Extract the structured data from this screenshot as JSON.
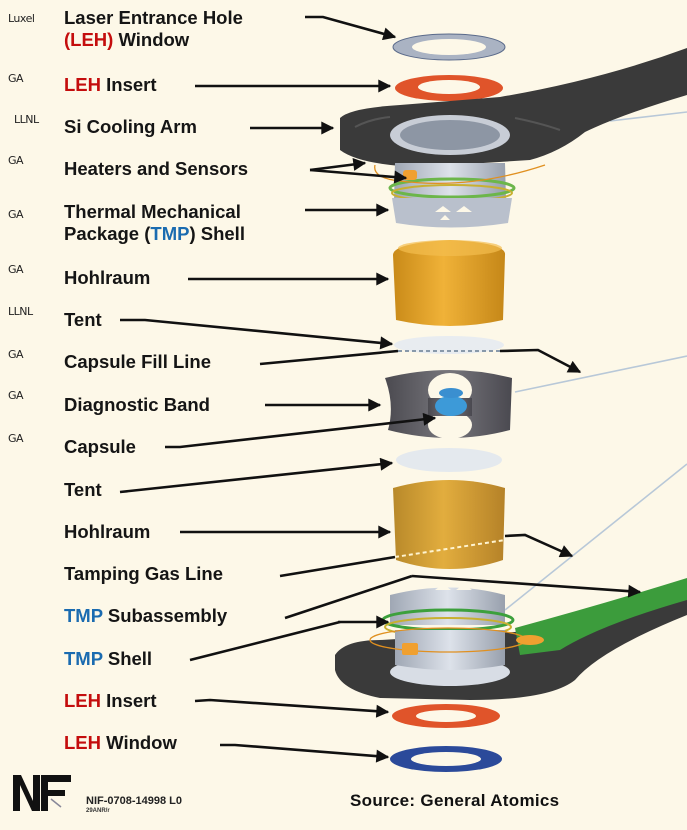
{
  "title": "NIF ignition target exploded view",
  "labels": [
    {
      "org": "Luxel",
      "parts": [
        {
          "text": "Laser Entrance Hole",
          "color": "black"
        }
      ],
      "line2": [
        {
          "text": "(LEH)",
          "color": "red"
        },
        {
          "text": " Window",
          "color": "black"
        }
      ]
    },
    {
      "org": "GA",
      "parts": [
        {
          "text": "LEH",
          "color": "red"
        },
        {
          "text": " Insert",
          "color": "black"
        }
      ]
    },
    {
      "org": "LLNL",
      "parts": [
        {
          "text": "Si Cooling Arm",
          "color": "black"
        }
      ]
    },
    {
      "org": "GA",
      "parts": [
        {
          "text": "Heaters and Sensors",
          "color": "black"
        }
      ]
    },
    {
      "org": "GA",
      "parts": [
        {
          "text": "Thermal Mechanical",
          "color": "black"
        }
      ],
      "line2": [
        {
          "text": "Package (",
          "color": "black"
        },
        {
          "text": "TMP",
          "color": "blue"
        },
        {
          "text": ") Shell",
          "color": "black"
        }
      ]
    },
    {
      "org": "GA",
      "parts": [
        {
          "text": "Hohlraum",
          "color": "black"
        }
      ]
    },
    {
      "org": "LLNL",
      "parts": [
        {
          "text": "Tent",
          "color": "black"
        }
      ]
    },
    {
      "org": "GA",
      "parts": [
        {
          "text": "Capsule Fill Line",
          "color": "black"
        }
      ]
    },
    {
      "org": "GA",
      "parts": [
        {
          "text": "Diagnostic Band",
          "color": "black"
        }
      ]
    },
    {
      "org": "GA",
      "parts": [
        {
          "text": "Capsule",
          "color": "black"
        }
      ]
    },
    {
      "org": "",
      "parts": [
        {
          "text": "Tent",
          "color": "black"
        }
      ]
    },
    {
      "org": "",
      "parts": [
        {
          "text": "Hohlraum",
          "color": "black"
        }
      ]
    },
    {
      "org": "",
      "parts": [
        {
          "text": "Tamping Gas Line",
          "color": "black"
        }
      ]
    },
    {
      "org": "",
      "parts": [
        {
          "text": "TMP",
          "color": "blue"
        },
        {
          "text": " Subassembly",
          "color": "black"
        }
      ]
    },
    {
      "org": "",
      "parts": [
        {
          "text": "TMP",
          "color": "blue"
        },
        {
          "text": " Shell",
          "color": "black"
        }
      ]
    },
    {
      "org": "",
      "parts": [
        {
          "text": "LEH",
          "color": "red"
        },
        {
          "text": " Insert",
          "color": "black"
        }
      ]
    },
    {
      "org": "",
      "parts": [
        {
          "text": "LEH",
          "color": "red"
        },
        {
          "text": " Window",
          "color": "black"
        }
      ]
    }
  ],
  "footer": {
    "doc_number": "NIF-0708-14998 L0",
    "doc_date": "29ANR/r",
    "source": "Source:  General Atomics"
  },
  "colors": {
    "background": "#fdf8e8",
    "red_accent": "#c40d0d",
    "blue_accent": "#1a6bb0",
    "hohlraum": "#e0a22a",
    "cooling_arm": "#3a3a3a",
    "leh_insert": "#e0542a",
    "leh_window_top": "#c8ccd4",
    "leh_window_bottom": "#2b4a9a",
    "capsule": "#3d9ad8",
    "flex_cable": "#3c9c3c"
  }
}
